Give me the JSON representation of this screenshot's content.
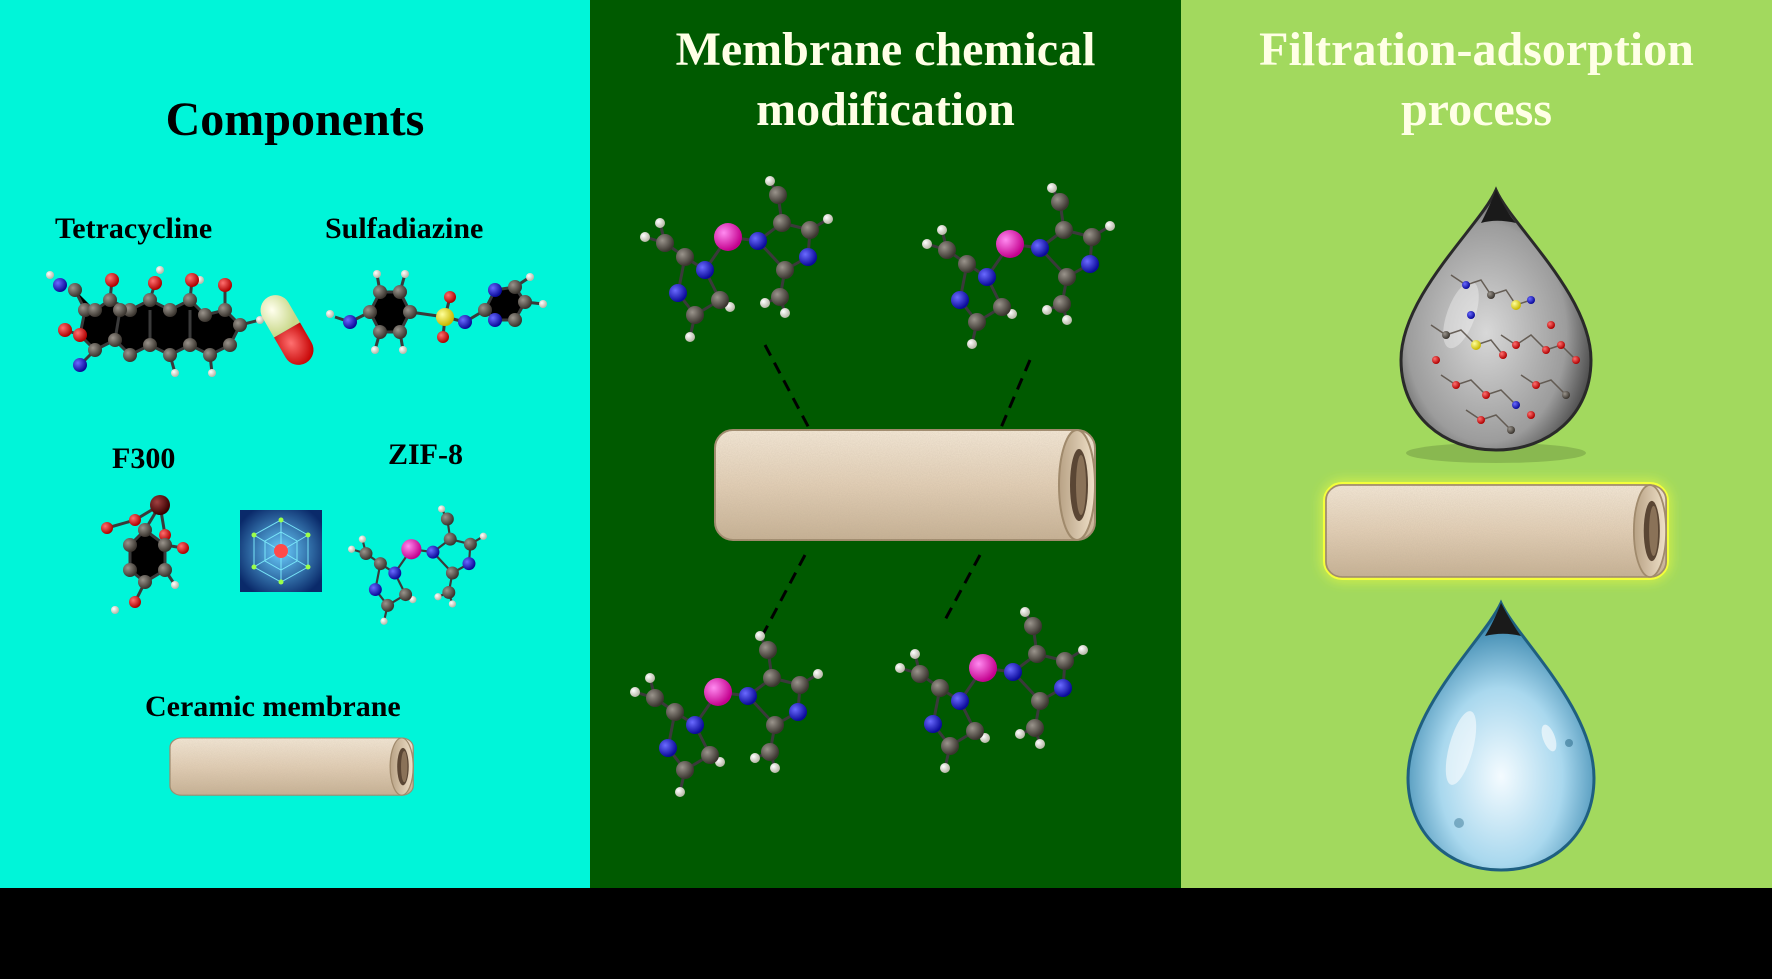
{
  "colors": {
    "components_bg": "#00F5D9",
    "modification_bg": "#005A00",
    "filtration_bg": "#A2D95E",
    "title_dark": "#000000",
    "title_light": "#FFFFE6",
    "carbon": "#4F4A44",
    "oxygen": "#E00000",
    "nitrogen": "#1010C8",
    "hydrogen": "#E8E8D8",
    "zinc": "#EE00B4",
    "sulfur": "#F2E600",
    "membrane": "#E6D4BC"
  },
  "panels": {
    "components": {
      "title": "Components",
      "labels": {
        "tetracycline": "Tetracycline",
        "sulfadiazine": "Sulfadiazine",
        "f300": "F300",
        "zif8": "ZIF-8",
        "ceramic": "Ceramic membrane"
      }
    },
    "modification": {
      "title": "Membrane chemical\nmodification"
    },
    "filtration": {
      "title": "Filtration-adsorption\nprocess"
    }
  }
}
